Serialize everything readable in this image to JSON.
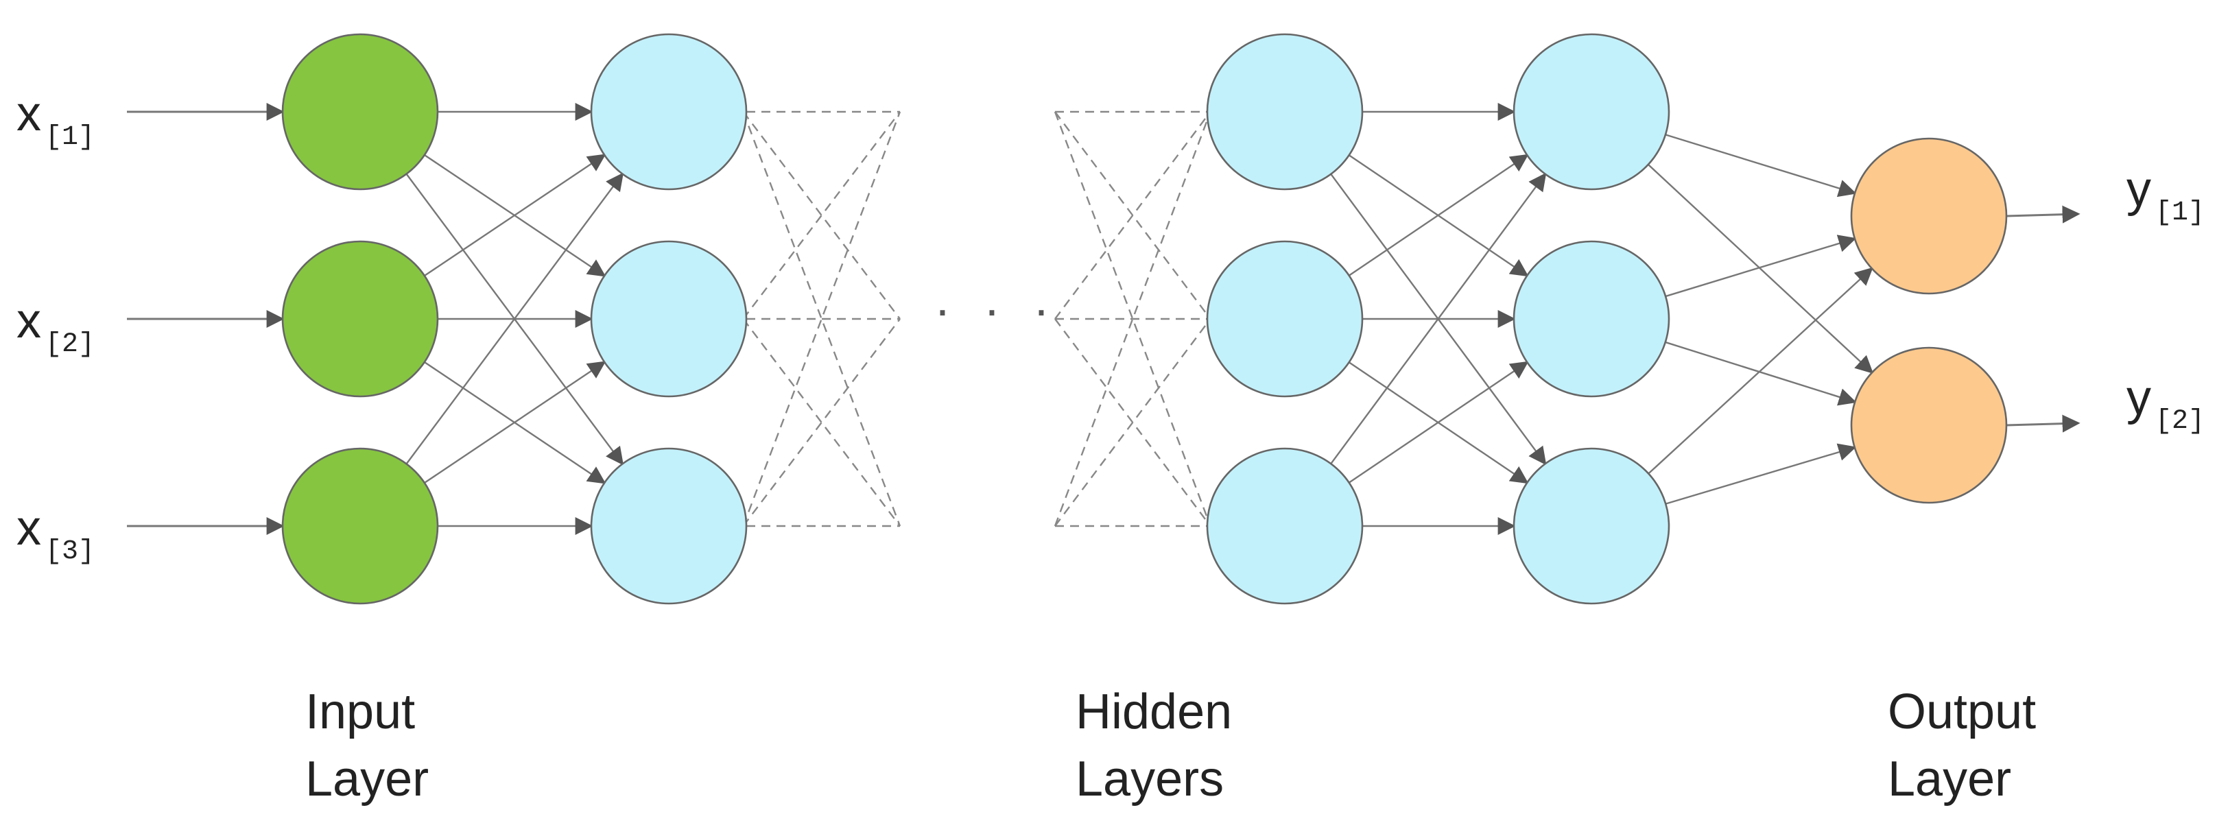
{
  "colors": {
    "input_node": "#86c540",
    "hidden_node": "#c3f1fb",
    "output_node": "#fdc98d"
  },
  "inputs": [
    {
      "symbol": "x",
      "index": "[1]"
    },
    {
      "symbol": "x",
      "index": "[2]"
    },
    {
      "symbol": "x",
      "index": "[3]"
    }
  ],
  "outputs": [
    {
      "symbol": "y",
      "index": "[1]"
    },
    {
      "symbol": "y",
      "index": "[2]"
    }
  ],
  "ellipsis": "· · ·",
  "layer_labels": {
    "input": {
      "line1": "Input",
      "line2": "Layer"
    },
    "hidden": {
      "line1": "Hidden",
      "line2": "Layers"
    },
    "output": {
      "line1": "Output",
      "line2": "Layer"
    }
  }
}
